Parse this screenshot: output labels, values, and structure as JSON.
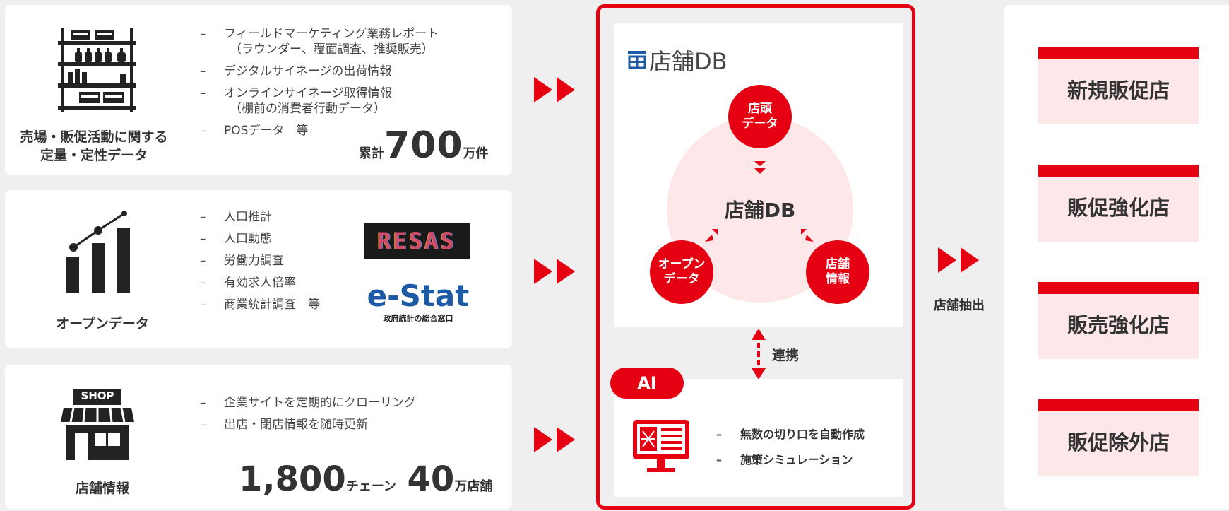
{
  "colors": {
    "accent": "#e50012",
    "pink": "#fde7e8",
    "panel": "#ffffff",
    "background": "#efefef"
  },
  "row1": {
    "icon": "shelf-icon",
    "caption_line1": "売場・販促活動に関する",
    "caption_line2": "定量・定性データ",
    "items": [
      "フィールドマーケティング業務レポート",
      "（ラウンダー、覆面調査、推奨販売）",
      "デジタルサイネージの出荷情報",
      "オンラインサイネージ取得情報",
      "（棚前の消費者行動データ）",
      "POSデータ　等"
    ],
    "total_prefix": "累計",
    "total_value": "700",
    "total_unit": "万件"
  },
  "row2": {
    "icon": "bar-chart-icon",
    "caption": "オープンデータ",
    "items": [
      "人口推計",
      "人口動態",
      "労働力調査",
      "有効求人倍率",
      "商業統計調査　等"
    ],
    "logo1": "RESAS",
    "logo2": "e-Stat",
    "logo2_sub": "政府統計の総合窓口"
  },
  "row3": {
    "icon": "shop-icon",
    "icon_text": "SHOP",
    "caption": "店舗情報",
    "items": [
      "企業サイトを定期的にクローリング",
      "出店・閉店情報を随時更新"
    ],
    "chain_value": "1,800",
    "chain_unit": "チェーン",
    "store_value": "40",
    "store_unit": "万店舗"
  },
  "center": {
    "logo_title": "店舗DB",
    "hub_label": "店舗DB",
    "node_top": "店頭\nデータ",
    "node_left": "オープン\nデータ",
    "node_right": "店舗\n情報",
    "link_label": "連携",
    "ai_badge": "AI",
    "ai_items": [
      "無数の切り口を自動作成",
      "施策シミュレーション"
    ]
  },
  "extract_label": "店舗抽出",
  "stores": [
    "新規販促店",
    "販促強化店",
    "販売強化店",
    "販促除外店"
  ]
}
